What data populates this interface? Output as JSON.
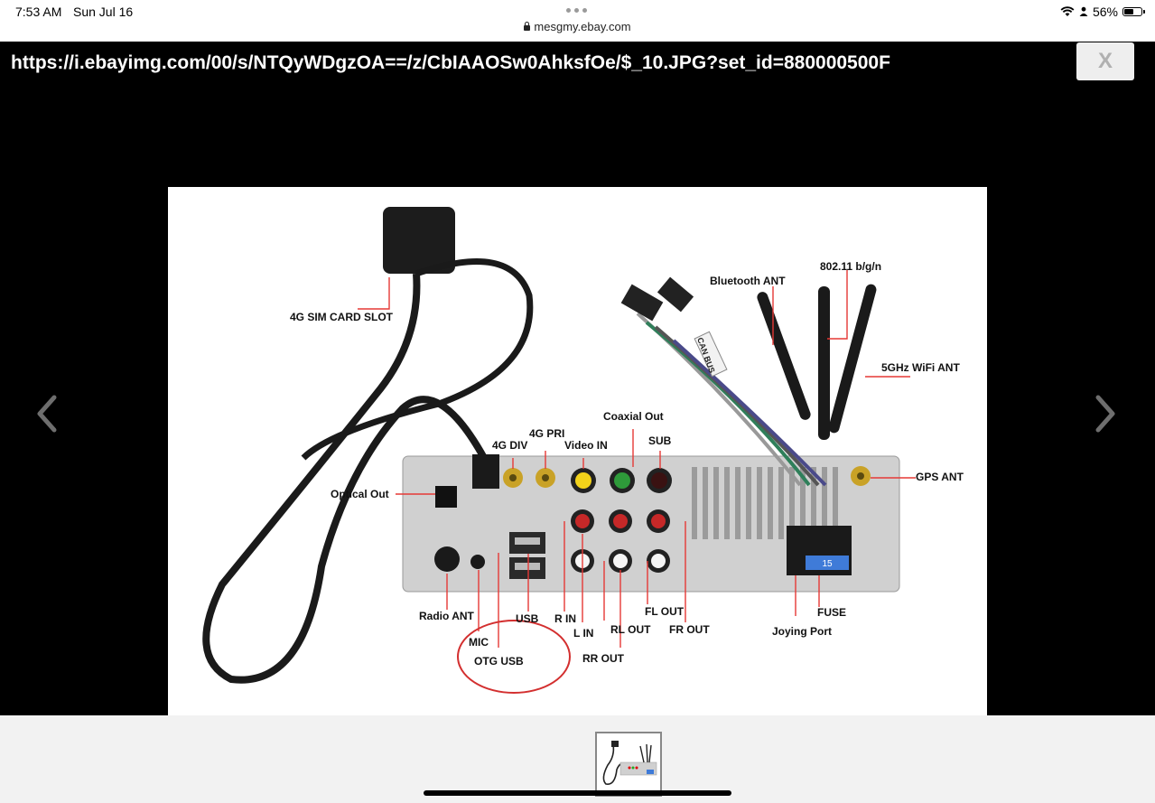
{
  "status_bar": {
    "time": "7:53 AM",
    "date": "Sun Jul 16",
    "url": "mesgmy.ebay.com",
    "battery": "56%",
    "battery_level": 0.56,
    "icons": [
      "wifi-icon",
      "person-icon",
      "battery-icon",
      "lock-icon"
    ]
  },
  "viewer": {
    "image_url": "https://i.ebayimg.com/00/s/NTQyWDgzOA==/z/CbIAAOSw0AhksfOe/$_10.JPG?set_id=880000500F",
    "close_label": "X",
    "prev_icon": "chevron-left-icon",
    "next_icon": "chevron-right-icon"
  },
  "diagram_labels": {
    "sim": "4G SIM CARD SLOT",
    "bluetooth": "Bluetooth ANT",
    "wifi24": "802.11 b/g/n",
    "wifi5": "5GHz WiFi ANT",
    "canbus": "CAN BUS",
    "coaxial": "Coaxial Out",
    "pri": "4G PRI",
    "div": "4G DIV",
    "video": "Video IN",
    "sub": "SUB",
    "optical": "Optical Out",
    "gps": "GPS ANT",
    "radio": "Radio ANT",
    "usb": "USB",
    "rin": "R IN",
    "lin": "L IN",
    "flout": "FL OUT",
    "rlout": "RL OUT",
    "frout": "FR OUT",
    "rrout": "RR OUT",
    "fuse": "FUSE",
    "joying": "Joying Port",
    "mic": "MIC",
    "otg": "OTG USB",
    "fuse_value": "15"
  },
  "colors": {
    "annotation_line": "#e53935",
    "circle_mark": "#d32f2f",
    "panel": "#cfcfcf",
    "cable": "#1a1a1a"
  }
}
